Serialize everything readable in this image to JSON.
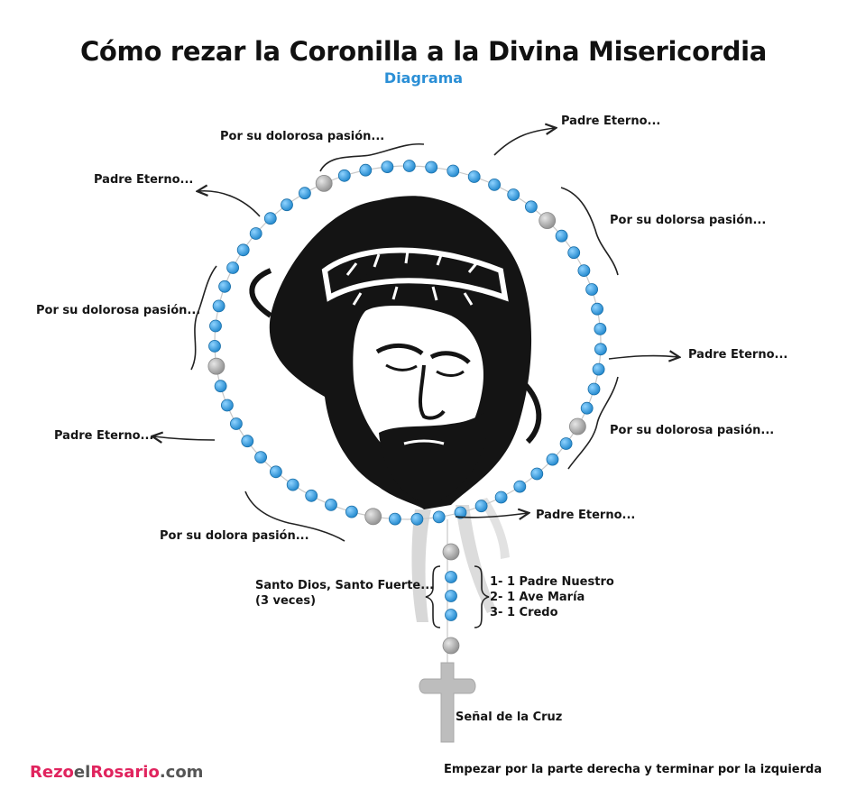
{
  "title": "Cómo rezar la Coronilla a la Divina Misericordia",
  "subtitle": "Diagrama",
  "labels": {
    "padre_top_right": "Padre Eterno...",
    "pasion_top_left": "Por su dolorosa pasión...",
    "padre_top_left": "Padre Eterno...",
    "pasion_right_upper": "Por su dolorsa pasión...",
    "pasion_left_middle": "Por su dolorosa pasión...",
    "padre_right": "Padre Eterno...",
    "padre_left": "Padre Eterno...",
    "pasion_right_lower": "Por su dolorosa pasión...",
    "padre_bottom": "Padre Eterno...",
    "pasion_bottom_left": "Por su dolora pasión...",
    "santo_dios_line1": "Santo Dios, Santo Fuerte...",
    "santo_dios_line2": "(3 veces)",
    "oracion_1": "1- 1 Padre Nuestro",
    "oracion_2": "2- 1 Ave María",
    "oracion_3": "3- 1 Credo",
    "senal_cruz": "Señal de la Cruz"
  },
  "footer": {
    "brand_part1": "Rezo",
    "brand_part2": "el",
    "brand_part3": "Rosario",
    "brand_part4": ".com",
    "instruction": "Empezar por la parte derecha y terminar por la izquierda"
  },
  "colors": {
    "accent_blue": "#2b8fd6",
    "brand_red": "#e0245e",
    "brand_gray": "#555555",
    "bead_blue": "#2f9ee0",
    "bead_gray": "#a8a8a8"
  },
  "icons": [
    "jesus-face-illustration",
    "cross-icon",
    "rosary-bead-icon",
    "curved-arrow-icon",
    "brace-icon"
  ]
}
